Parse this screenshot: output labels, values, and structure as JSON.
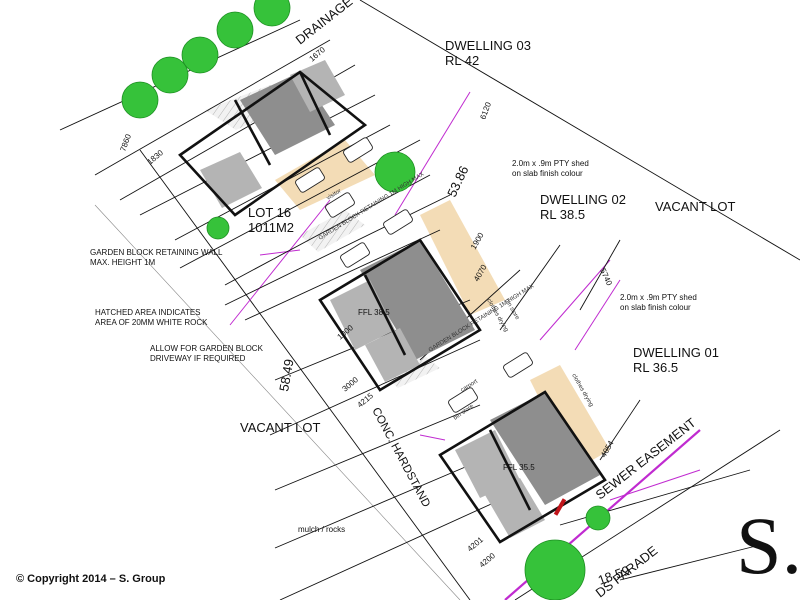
{
  "labels": {
    "dwelling_03": "DWELLING 03",
    "rl_42": "RL 42",
    "dwelling_02": "DWELLING 02",
    "rl_38_5": "RL 38.5",
    "dwelling_01": "DWELLING 01",
    "rl_36_5": "RL 36.5",
    "vacant_lot_right": "VACANT LOT",
    "vacant_lot_left": "VACANT LOT",
    "lot_16": "LOT 16",
    "lot_area": "1011M2",
    "drainage": "DRAINAGE",
    "sewer_easement": "SEWER EASEMENT",
    "parade": "DS PARADE",
    "conc_hardstand": "CONC. HARDSTAND",
    "ffl_38_5": "FFL 38.5",
    "ffl_35_5": "FFL 35.5"
  },
  "notes": {
    "retaining_wall_1": "GARDEN BLOCK RETAINING WALL",
    "retaining_wall_2": "MAX. HEIGHT 1M",
    "hatched_1": "HATCHED AREA INDICATES",
    "hatched_2": "AREA OF 20MM WHITE ROCK",
    "allow_1": "ALLOW FOR GARDEN BLOCK",
    "allow_2": "DRIVEWAY IF REQUIRED",
    "shed_upper_1": "2.0m x .9m PTY shed",
    "shed_upper_2": "on slab finish colour",
    "shed_lower_1": "2.0m x .9m PTY shed",
    "shed_lower_2": "on slab finish colour",
    "mulch": "mulch / rocks"
  },
  "dimensions": {
    "d53_86": "53.86",
    "d58_49": "58.49",
    "d18_59": "18.59",
    "d6120": "6120",
    "d1830": "1830",
    "d7860": "7860",
    "d1670": "1670",
    "d1900": "1900",
    "d4070": "4070",
    "d5740": "5740",
    "d3000": "3000",
    "d4215": "4215",
    "d1000": "1000",
    "d4054": "4054",
    "d4201": "4201",
    "d4200": "4200"
  },
  "small_labels": {
    "clothes_drying_upper": "clothes drying",
    "clothes_drying_lower": "clothes drying",
    "bin_store_upper": "bin store",
    "bin_store_lower": "bin store",
    "visitor": "visitor",
    "carport": "carport",
    "garden_block_upper": "GARDEN BLOCK RETAINING 1M HIGH MAX",
    "garden_block_lower": "GARDEN BLOCK RETAINING 1M HIGH MAX"
  },
  "footer": {
    "copyright": "© Copyright 2014 – S. Group",
    "logo": "S."
  },
  "colors": {
    "tree_green": "#36c23a",
    "paving_tan": "#f3dcb6",
    "easement_magenta": "#c02bd0",
    "room_gray": "#8e8e8e"
  }
}
